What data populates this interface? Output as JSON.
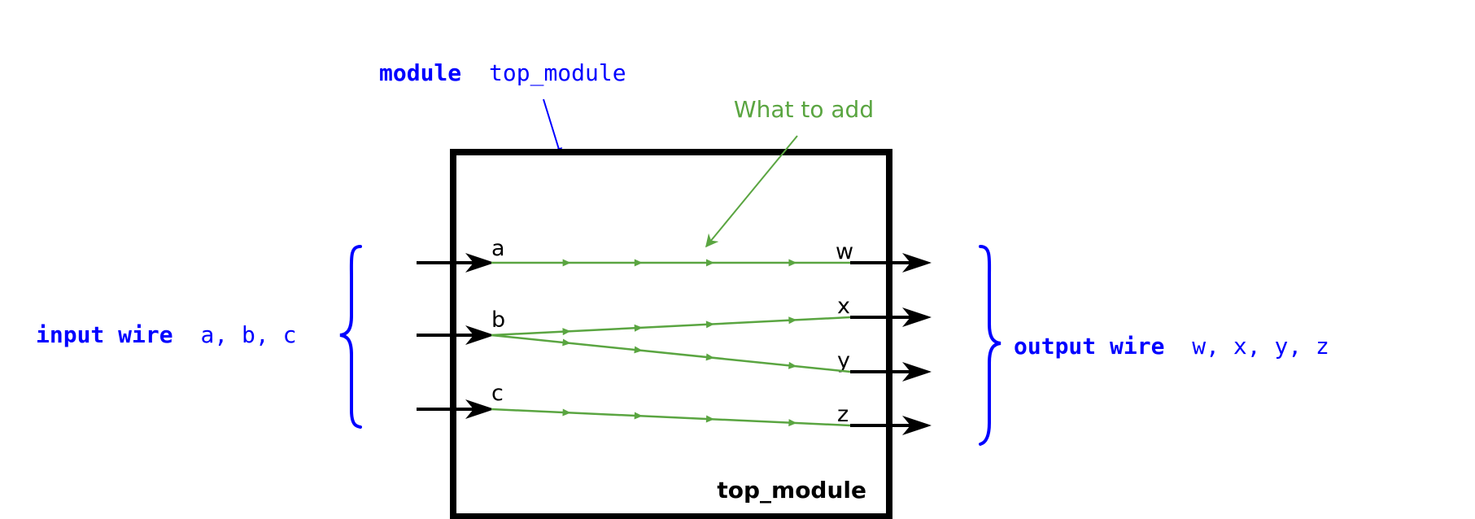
{
  "module_caption": {
    "keyword": "module",
    "name": "top_module"
  },
  "inputs_caption": {
    "keyword": "input wire",
    "names": "a, b, c"
  },
  "outputs_caption": {
    "keyword": "output wire",
    "names": "w, x, y, z"
  },
  "annotation": "What to add",
  "box_label": "top_module",
  "ports": {
    "inputs": [
      "a",
      "b",
      "c"
    ],
    "outputs": [
      "w",
      "x",
      "y",
      "z"
    ]
  },
  "connections": [
    {
      "from": "a",
      "to": "w"
    },
    {
      "from": "b",
      "to": "x"
    },
    {
      "from": "b",
      "to": "y"
    },
    {
      "from": "c",
      "to": "z"
    }
  ],
  "colors": {
    "keyword": "#0000ff",
    "brace": "#0000ff",
    "wire_added": "#5aa541",
    "box": "#000000"
  }
}
